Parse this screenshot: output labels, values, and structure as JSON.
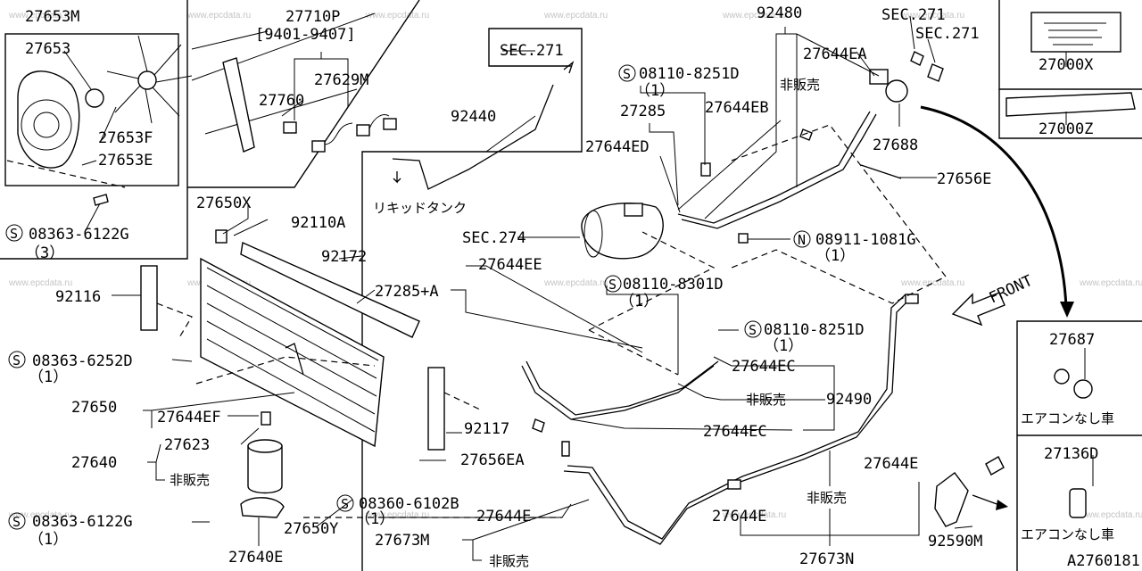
{
  "diagram": {
    "figure_code": "A2760181",
    "watermark": "www.epcdata.ru",
    "front_label": "FRONT",
    "callouts": {
      "fan_group": "27653M",
      "fan_shroud": "27653",
      "fan_motor": "27653F",
      "fan_bracket": "27653E",
      "bolt_fan": "08363-6122G",
      "bolt_fan_qty": "（3）",
      "harness_group": "27710P",
      "harness_date": "[9401-9407]",
      "relay": "27760",
      "harness_sub": "27629M",
      "sec271_top": "SEC.271",
      "pipe_92440": "92440",
      "liquid_tank": "リキッドタンク",
      "bolt_8251_a": "08110-8251D",
      "qty_1_a": "（1）",
      "hose_27285": "27285",
      "bracket_27644ED": "27644ED",
      "nut_92110A": "92110A",
      "cond_mount": "27650X",
      "sec274": "SEC.274",
      "ea_27644EA": "27644EA",
      "eb_27644EB": "27644EB",
      "not_sold_1": "非販売",
      "pipe_92480": "92480",
      "sec271_a": "SEC.271",
      "sec271_b": "SEC.271",
      "label_27000X": "27000X",
      "label_27000Z": "27000Z",
      "pulley_27688": "27688",
      "sensor_27656E": "27656E",
      "nut_08911": "08911-1081G",
      "qty_1_nut": "（1）",
      "seal_92172": "92172",
      "pipe_27285A": "27285+A",
      "ee_27644EE": "27644EE",
      "bolt_8301": "08110-8301D",
      "qty_1_b": "（1）",
      "seal_92116": "92116",
      "bolt_6252": "08363-6252D",
      "qty_1_c": "（1）",
      "bolt_8251_b": "08110-8251D",
      "qty_1_d": "（1）",
      "ec_27644EC_a": "27644EC",
      "not_sold_2": "非販売",
      "pipe_92490": "92490",
      "ec_27644EC_b": "27644EC",
      "condenser": "27650",
      "ef_27644EF": "27644EF",
      "tank_27623": "27623",
      "tank_27640": "27640",
      "not_sold_3": "非販売",
      "seal_92117": "92117",
      "ea_27656EA": "27656EA",
      "bolt_6102": "08360-6102B",
      "qty_1_e": "（1）",
      "bolt_6122b": "08363-6122G",
      "qty_1_f": "（1）",
      "cond_y": "27650Y",
      "bracket_27640E": "27640E",
      "hose_27644E_a": "27644E",
      "hose_27644E_b": "27644E",
      "hose_27644E_c": "27644E",
      "pipe_27673M": "27673M",
      "not_sold_4": "非販売",
      "not_sold_5": "非販売",
      "pipe_27673N": "27673N",
      "sw_27687": "27687",
      "no_ac_1": "エアコンなし車",
      "grommet_27136D": "27136D",
      "no_ac_2": "エアコンなし車",
      "valve_92590M": "92590M",
      "s_mark": "S",
      "n_mark": "N"
    }
  }
}
